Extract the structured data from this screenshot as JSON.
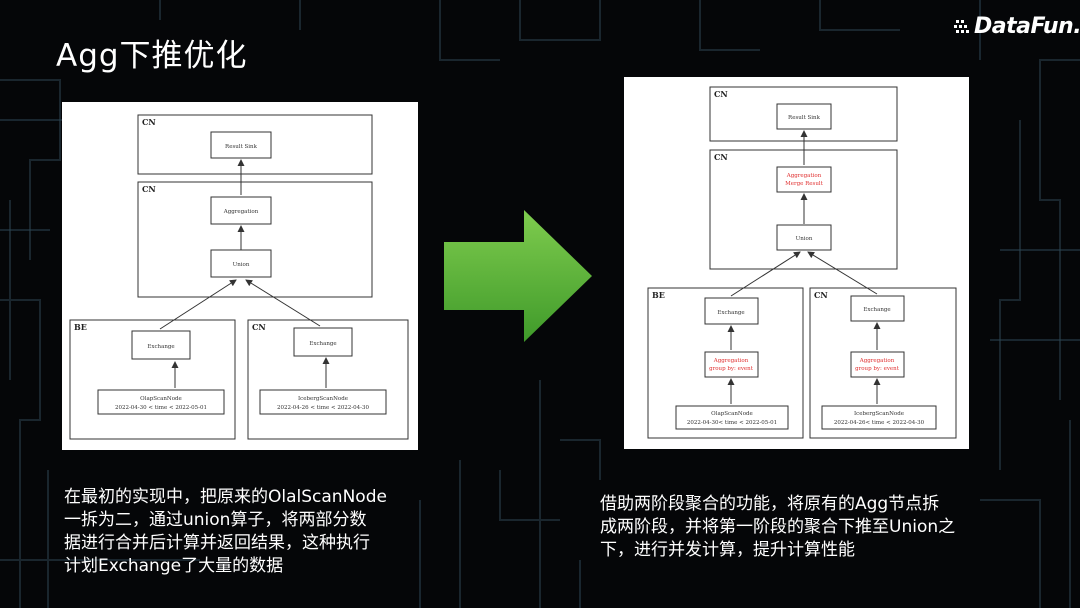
{
  "slide": {
    "title": "Agg下推优化",
    "logo_text": "DataFun."
  },
  "left_diagram": {
    "regions": {
      "cn_top": "CN",
      "cn_mid": "CN",
      "be": "BE",
      "cn_bottom": "CN"
    },
    "nodes": {
      "result_sink": "Result Sink",
      "aggregation": "Aggregation",
      "union": "Union",
      "exchange_be": "Exchange",
      "exchange_cn": "Exchange",
      "olap_scan_name": "OlapScanNode",
      "olap_scan_filter": "2022-04-30 < time < 2022-05-01",
      "iceberg_scan_name": "IcebergScanNode",
      "iceberg_scan_filter": "2022-04-26 < time < 2022-04-30"
    }
  },
  "right_diagram": {
    "regions": {
      "cn_top": "CN",
      "cn_mid": "CN",
      "be": "BE",
      "cn_bottom": "CN"
    },
    "nodes": {
      "result_sink": "Result Sink",
      "agg_merge_line1": "Aggregation",
      "agg_merge_line2": "Merge Result",
      "union": "Union",
      "exchange_be": "Exchange",
      "exchange_cn": "Exchange",
      "agg_be_line1": "Aggregation",
      "agg_be_line2": "group by: event",
      "agg_cn_line1": "Aggregation",
      "agg_cn_line2": "group by: event",
      "olap_scan_name": "OlapScanNode",
      "olap_scan_filter": "2022-04-30< time < 2022-05-01",
      "iceberg_scan_name": "IcebergScanNode",
      "iceberg_scan_filter": "2022-04-26< time < 2022-04-30"
    },
    "highlight_color": "#e03030"
  },
  "captions": {
    "left": [
      "在最初的实现中，把原来的OlalScanNode",
      "一拆为二，通过union算子，将两部分数",
      "据进行合并后计算并返回结果，这种执行",
      "计划Exchange了大量的数据"
    ],
    "right": [
      "借助两阶段聚合的功能，将原有的Agg节点拆",
      "成两阶段，并将第一阶段的聚合下推至Union之",
      "下，进行并发计算，提升计算性能"
    ]
  },
  "colors": {
    "background": "#050608",
    "arrow_green": "#5bb53a",
    "text": "#ffffff"
  },
  "icons": {
    "flow_arrow": "right-arrow-icon",
    "logo_mark": "datafun-dots-icon"
  }
}
